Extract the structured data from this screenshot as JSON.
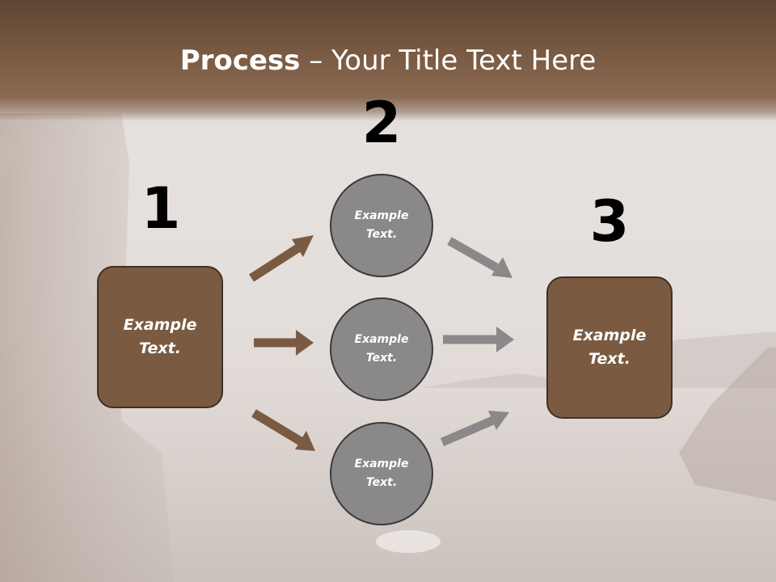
{
  "title": {
    "bold": "Process",
    "rest": " – Your Title Text Here"
  },
  "steps": [
    {
      "number": "1"
    },
    {
      "number": "2"
    },
    {
      "number": "3"
    }
  ],
  "start_box": {
    "line1": "Example",
    "line2": "Text."
  },
  "middle_circles": [
    {
      "line1": "Example",
      "line2": "Text."
    },
    {
      "line1": "Example",
      "line2": "Text."
    },
    {
      "line1": "Example",
      "line2": "Text."
    }
  ],
  "end_box": {
    "line1": "Example",
    "line2": "Text."
  },
  "colors": {
    "title_band": "#7a5a42",
    "box_fill": "#7a5b42",
    "circle_fill": "#8a8888",
    "brown_arrow": "#7a5b42",
    "gray_arrow": "#8a8888"
  }
}
